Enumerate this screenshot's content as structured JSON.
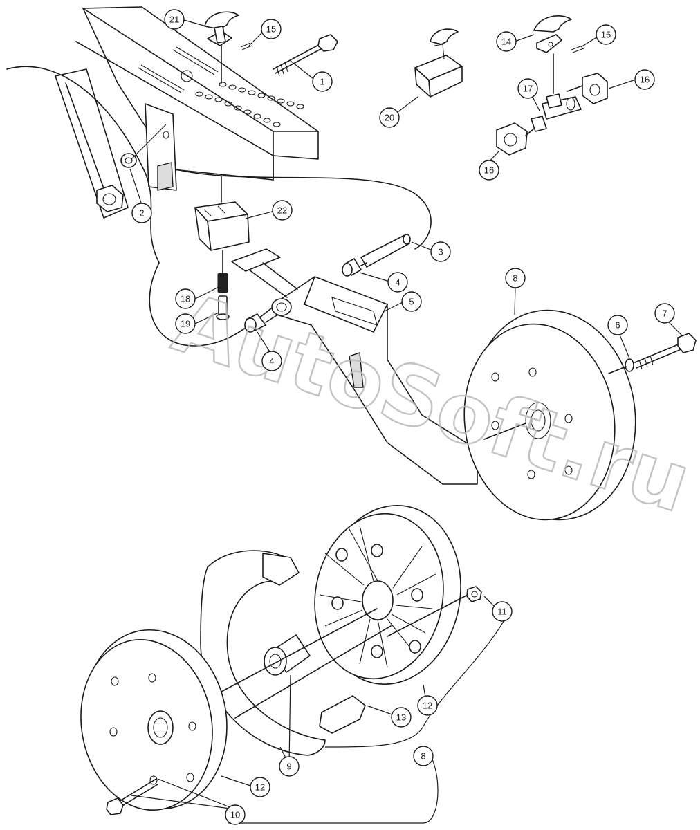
{
  "diagram": {
    "watermark": "AutoSoft.ru",
    "callouts": [
      "21",
      "15",
      "1",
      "2",
      "22",
      "20",
      "14",
      "15",
      "16",
      "17",
      "16",
      "3",
      "4",
      "5",
      "18",
      "19",
      "4",
      "8",
      "6",
      "7",
      "11",
      "12",
      "13",
      "9",
      "8",
      "12",
      "10"
    ],
    "colors": {
      "line": "#1a1a1a",
      "background": "#ffffff",
      "watermark": "#b9b9b9"
    }
  }
}
